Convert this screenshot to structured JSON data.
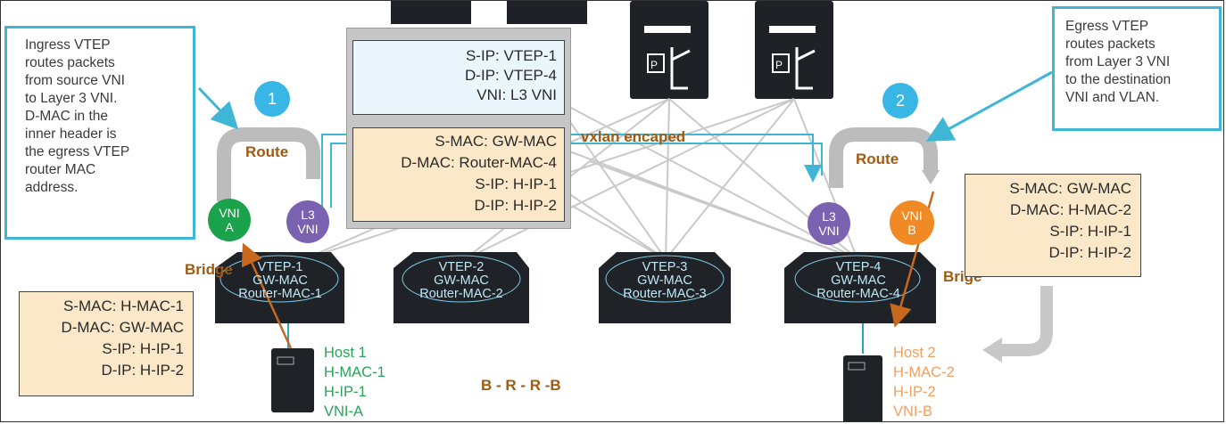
{
  "callouts": {
    "ingress": [
      "Ingress VTEP",
      "routes packets",
      "from source VNI",
      "to Layer 3 VNI.",
      "D-MAC in the",
      "inner header is",
      "the egress VTEP",
      "router MAC",
      "address."
    ],
    "egress": [
      "Egress VTEP",
      "routes packets",
      "from Layer 3 VNI",
      "to the destination",
      "VNI and VLAN."
    ]
  },
  "steps": {
    "one": "1",
    "two": "2"
  },
  "labels": {
    "route_left": "Route",
    "route_right": "Route",
    "bridge_left": "Bridge",
    "bridge_right": "Brige",
    "vxlan": "vxlan encaped",
    "sequence": "B - R - R -B"
  },
  "circles": {
    "vni_a": [
      "VNI",
      "A"
    ],
    "l3_left": [
      "L3",
      "VNI"
    ],
    "l3_right": [
      "L3",
      "VNI"
    ],
    "vni_b": [
      "VNI",
      "B"
    ]
  },
  "vteps": [
    [
      "VTEP-1",
      "GW-MAC",
      "Router-MAC-1"
    ],
    [
      "VTEP-2",
      "GW-MAC",
      "Router-MAC-2"
    ],
    [
      "VTEP-3",
      "GW-MAC",
      "Router-MAC-3"
    ],
    [
      "VTEP-4",
      "GW-MAC",
      "Router-MAC-4"
    ]
  ],
  "outer_header": [
    "S-IP: VTEP-1",
    "D-IP: VTEP-4",
    "VNI: L3 VNI"
  ],
  "inner_header": [
    "S-MAC: GW-MAC",
    "D-MAC: Router-MAC-4",
    "S-IP: H-IP-1",
    "D-IP: H-IP-2"
  ],
  "left_header": [
    "S-MAC: H-MAC-1",
    "D-MAC: GW-MAC",
    "S-IP: H-IP-1",
    "D-IP: H-IP-2"
  ],
  "right_header": [
    "S-MAC: GW-MAC",
    "D-MAC: H-MAC-2",
    "S-IP: H-IP-1",
    "D-IP: H-IP-2"
  ],
  "hosts": {
    "host1": [
      "Host 1",
      "H-MAC-1",
      "H-IP-1",
      "VNI-A"
    ],
    "host2": [
      "Host 2",
      "H-MAC-2",
      "H-IP-2",
      "VNI-B"
    ]
  },
  "colors": {
    "accent": "#3fb6d6",
    "label": "#a15a10",
    "vni_a": "#1aa34a",
    "l3": "#7b62b0",
    "vni_b": "#f08a24",
    "host1_text": "#2aa35a",
    "host2_text": "#f0a060",
    "arrow": "#c8681c"
  }
}
